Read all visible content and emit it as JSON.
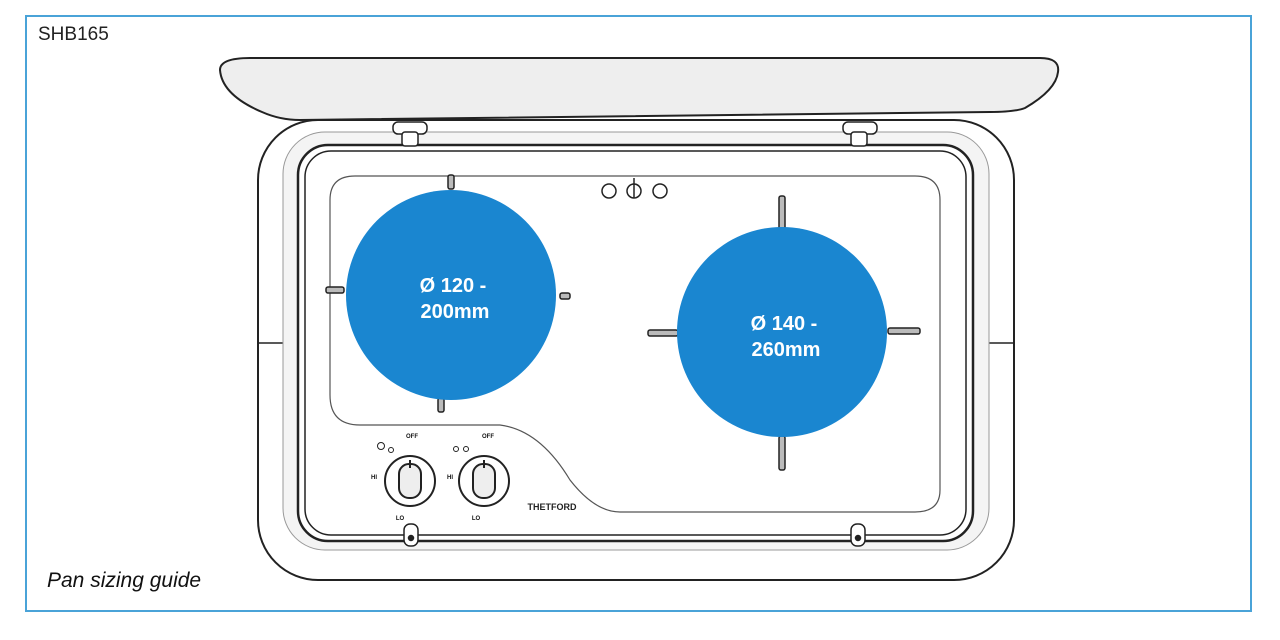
{
  "model": "SHB165",
  "caption": "Pan sizing guide",
  "burners": [
    {
      "line1": "Ø 120 -",
      "line2": "200mm"
    },
    {
      "line1": "Ø 140 -",
      "line2": "260mm"
    }
  ],
  "knobs": [
    {
      "off": "OFF",
      "hi": "HI",
      "lo": "LO"
    },
    {
      "off": "OFF",
      "hi": "HI",
      "lo": "LO"
    }
  ],
  "brand": "THETFORD",
  "colors": {
    "accent_circle": "#1a86d0",
    "frame_border": "#4aa3d8"
  }
}
